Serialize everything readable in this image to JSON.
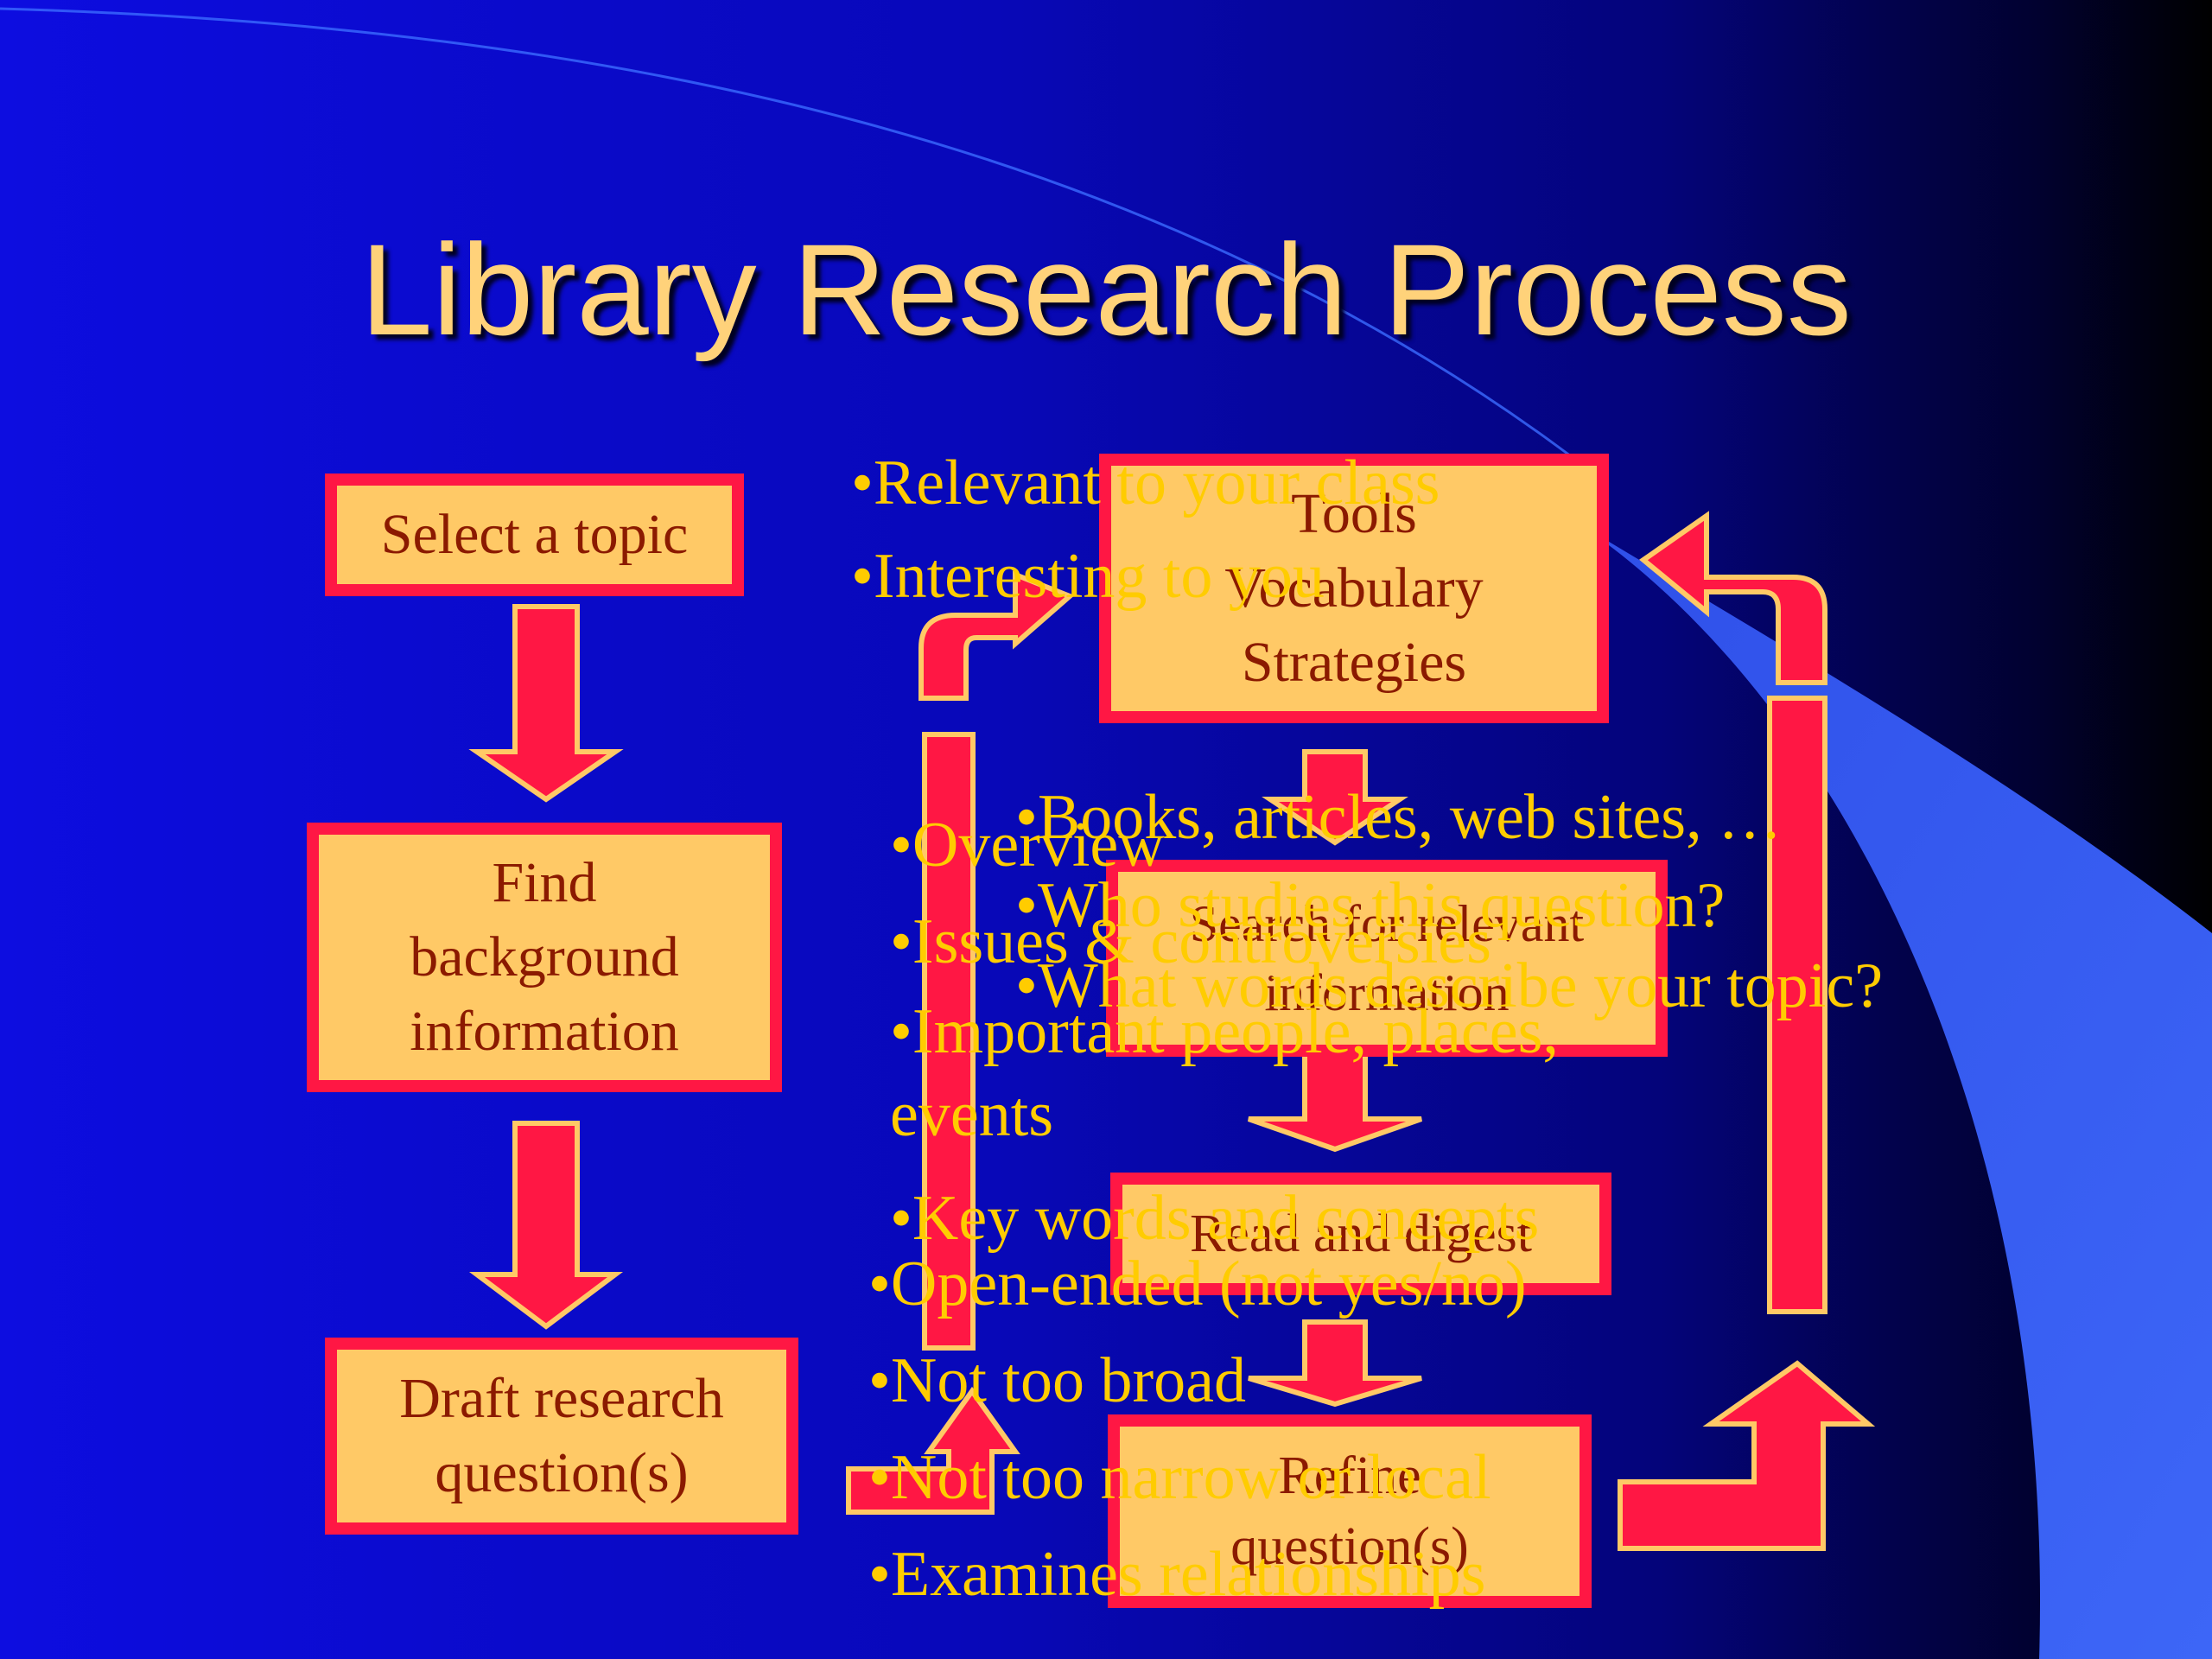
{
  "colors": {
    "bg_blue": "#0b0bd6",
    "bg_navy": "#000066",
    "bg_black": "#000000",
    "swoosh_blue": "#3a5ff5",
    "box_fill": "#ffc966",
    "box_border": "#ff1744",
    "box_text": "#8b1a00",
    "arrow_fill": "#ff1744",
    "arrow_outline": "#ffc966",
    "title_text": "#ffd27a",
    "overlay_text": "#ffcc00"
  },
  "slide": {
    "title": "Library Research Process"
  },
  "flowchart": {
    "select_topic": "Select a topic",
    "find_background": "Find background information",
    "draft_question": "Draft research question(s)",
    "tools": "Tools\nVocabulary\nStrategies",
    "search": "Search for relevant information",
    "read_digest": "Read and digest",
    "refine": "Refine question(s)"
  },
  "overlays": {
    "topic_points": [
      "Relevant to your class",
      "Interesting to you"
    ],
    "source_points": [
      "Books, articles, web sites, …",
      "Who studies this question?",
      "What words describe your topic?"
    ],
    "background_points": [
      "Overview",
      "Issues & controversies",
      "Important people, places, events",
      "Key words and concepts"
    ],
    "question_points": [
      "Open-ended (not yes/no)",
      "Not too broad",
      "Not too narrow or local",
      "Examines relationships"
    ]
  }
}
